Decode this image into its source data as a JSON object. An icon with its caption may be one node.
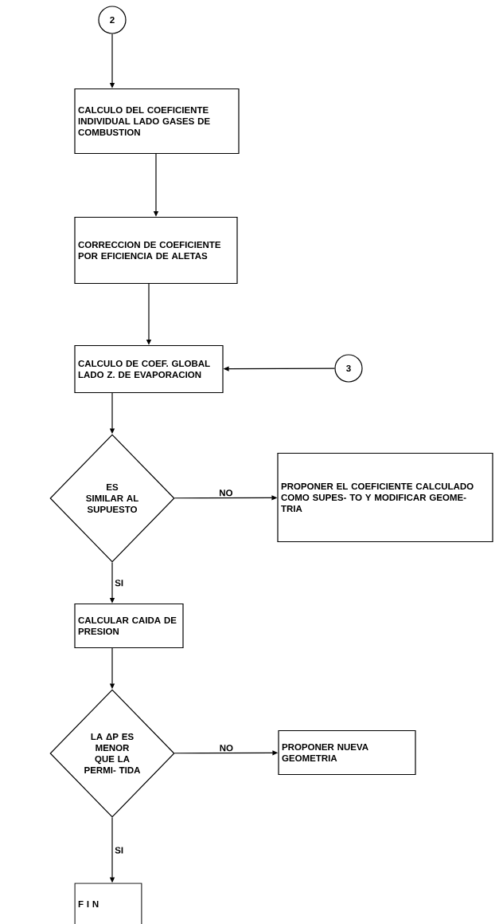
{
  "diagram": {
    "nodes": [
      {
        "text": [
          "2"
        ]
      },
      {
        "text": [
          "CALCULO DEL COEFICIENTE INDIVIDUAL LADO GASES DE COMBUSTION"
        ]
      },
      {
        "text": [
          "CORRECCION DE COEFICIENTE POR EFICIENCIA DE ALETAS"
        ]
      },
      {
        "text": [
          "CALCULO DE COEF. GLOBAL LADO Z. DE EVAPORACION"
        ]
      },
      {
        "text": [
          "3"
        ]
      },
      {
        "text": [
          "ES SIMILAR AL SUPUESTO"
        ]
      },
      {
        "text": [
          "PROPONER EL COEFICIENTE CALCULADO COMO SUPES- TO Y MODIFICAR GEOME- TRIA"
        ]
      },
      {
        "text": [
          "CALCULAR CAIDA DE PRESION"
        ]
      },
      {
        "text": [
          "LA ΔP ES MENOR QUE LA PERMI- TIDA"
        ]
      },
      {
        "text": [
          "PROPONER NUEVA GEOMETRIA"
        ]
      },
      {
        "text": [
          "F I N"
        ]
      }
    ],
    "edges": [
      {
        "from": 0,
        "to": 1,
        "arrow": "to"
      },
      {
        "from": 1,
        "to": 2,
        "arrow": "to"
      },
      {
        "from": 2,
        "to": 3,
        "arrow": "to"
      },
      {
        "from": 4,
        "to": 3,
        "arrow": "to"
      },
      {
        "from": 3,
        "to": 5,
        "arrow": "to"
      },
      {
        "from": 5,
        "to": 6,
        "arrow": "to",
        "label": "NO"
      },
      {
        "from": 5,
        "to": 7,
        "arrow": "to",
        "label": "SI"
      },
      {
        "from": 7,
        "to": 8,
        "arrow": "to"
      },
      {
        "from": 8,
        "to": 9,
        "arrow": "to",
        "label": "NO"
      },
      {
        "from": 8,
        "to": 10,
        "arrow": "to",
        "label": "SI"
      }
    ]
  }
}
